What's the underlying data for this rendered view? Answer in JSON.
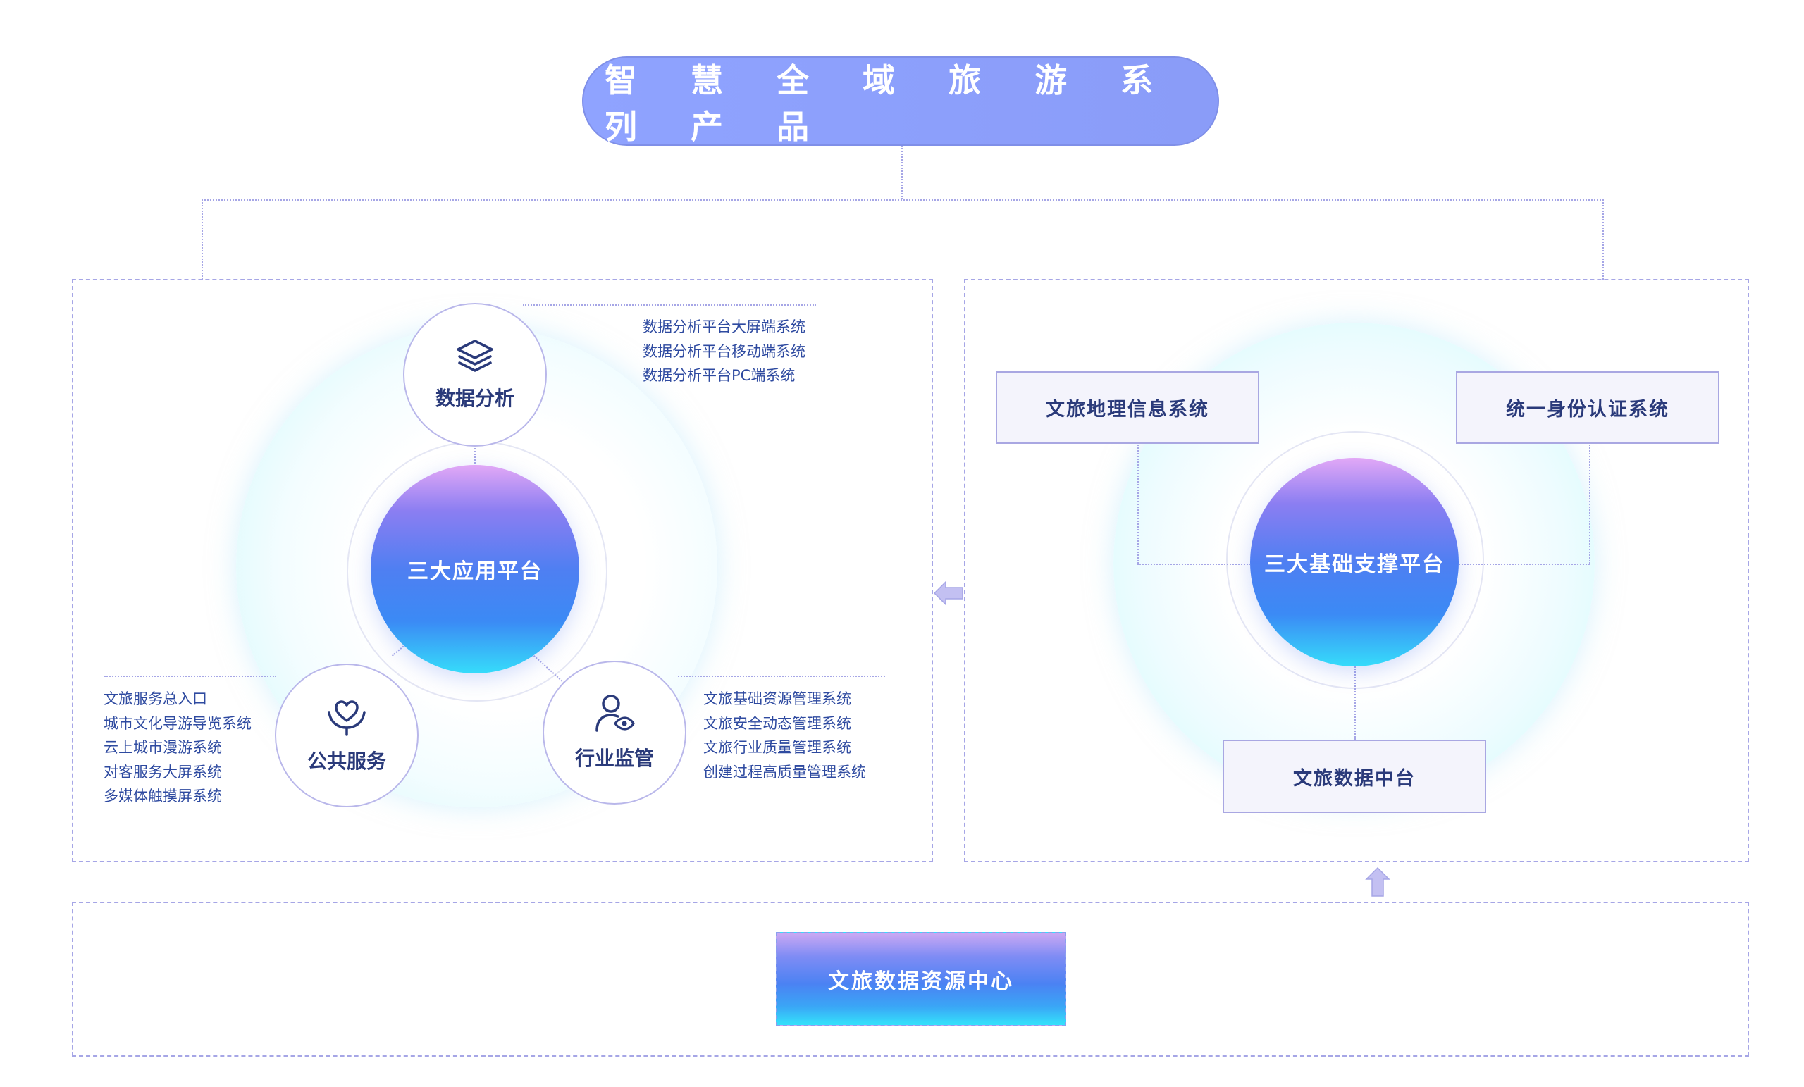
{
  "title": "智 慧 全 域 旅 游 系 列 产 品",
  "left_panel": {
    "center": "三大应用平台",
    "nodes": {
      "analysis": {
        "label": "数据分析",
        "icon": "layers-icon"
      },
      "public": {
        "label": "公共服务",
        "icon": "heart-hand-icon"
      },
      "industry": {
        "label": "行业监管",
        "icon": "user-eye-icon"
      }
    },
    "analysis_items": [
      "数据分析平台大屏端系统",
      "数据分析平台移动端系统",
      "数据分析平台PC端系统"
    ],
    "public_items": [
      "文旅服务总入口",
      "城市文化导游导览系统",
      "云上城市漫游系统",
      "对客服务大屏系统",
      "多媒体触摸屏系统"
    ],
    "industry_items": [
      "文旅基础资源管理系统",
      "文旅安全动态管理系统",
      "文旅行业质量管理系统",
      "创建过程高质量管理系统"
    ]
  },
  "right_panel": {
    "center": "三大基础支撑平台",
    "boxes": {
      "geo": "文旅地理信息系统",
      "auth": "统一身份认证系统",
      "data_mid": "文旅数据中台"
    }
  },
  "bottom": {
    "label": "文旅数据资源中心"
  },
  "colors": {
    "title_bg": "#8fa3ff",
    "accent": "#4f7ff2",
    "dashed": "#a6a6e6",
    "arrow": "#c3c0f2"
  }
}
